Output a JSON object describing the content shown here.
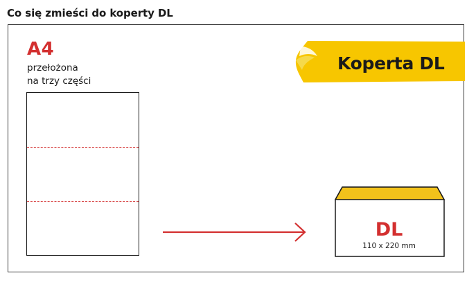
{
  "title": "Co się zmieści do koperty DL",
  "sheet": {
    "label": "A4",
    "description_line1": "przełożona",
    "description_line2": "na trzy części"
  },
  "envelope": {
    "banner_text": "Koperta DL",
    "label": "DL",
    "dimensions": "110 x 220 mm"
  },
  "colors": {
    "accent_red": "#d32f2f",
    "banner_yellow": "#f7c600",
    "flap_yellow": "#f2c21b",
    "outline": "#1a1a1a"
  }
}
